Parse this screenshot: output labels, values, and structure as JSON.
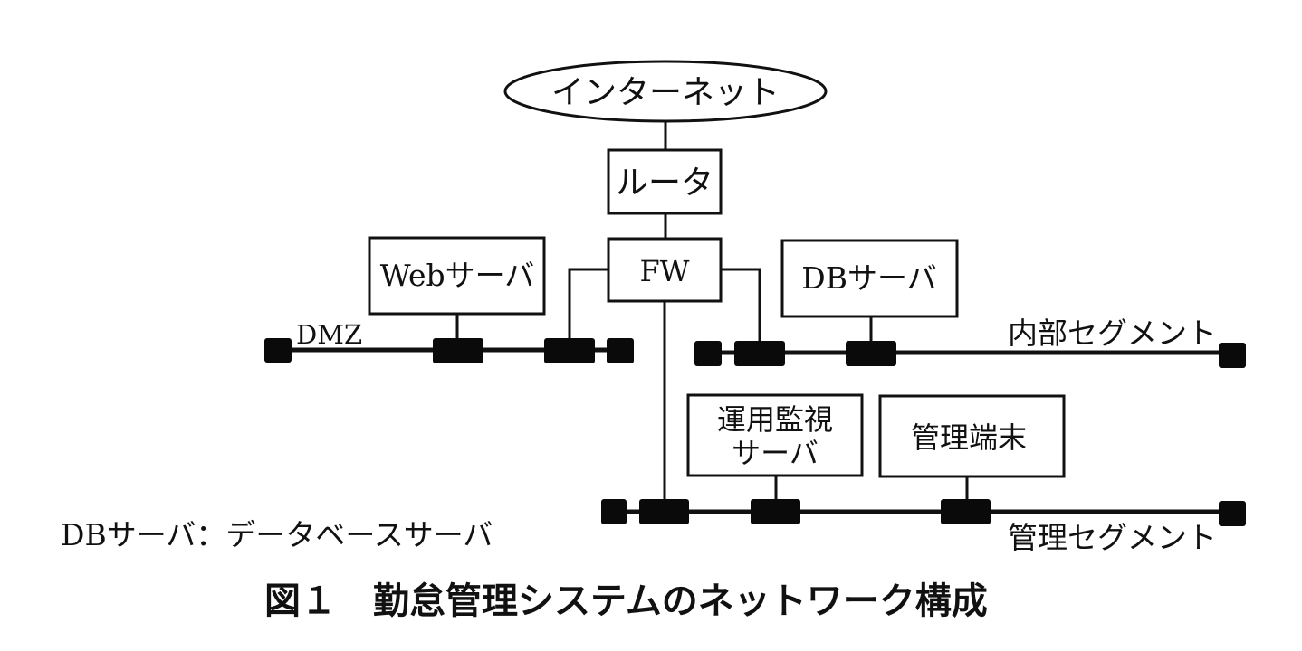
{
  "diagram": {
    "internet": "インターネット",
    "router": "ルータ",
    "firewall": "FW",
    "web_server": "Webサーバ",
    "db_server": "DBサーバ",
    "ops_monitor_server_line1": "運用監視",
    "ops_monitor_server_line2": "サーバ",
    "mgmt_terminal": "管理端末",
    "segments": {
      "dmz": "DMZ",
      "internal": "内部セグメント",
      "management": "管理セグメント"
    },
    "legend": "DBサーバ：データベースサーバ",
    "caption": "図１　勤怠管理システムのネットワーク構成"
  }
}
